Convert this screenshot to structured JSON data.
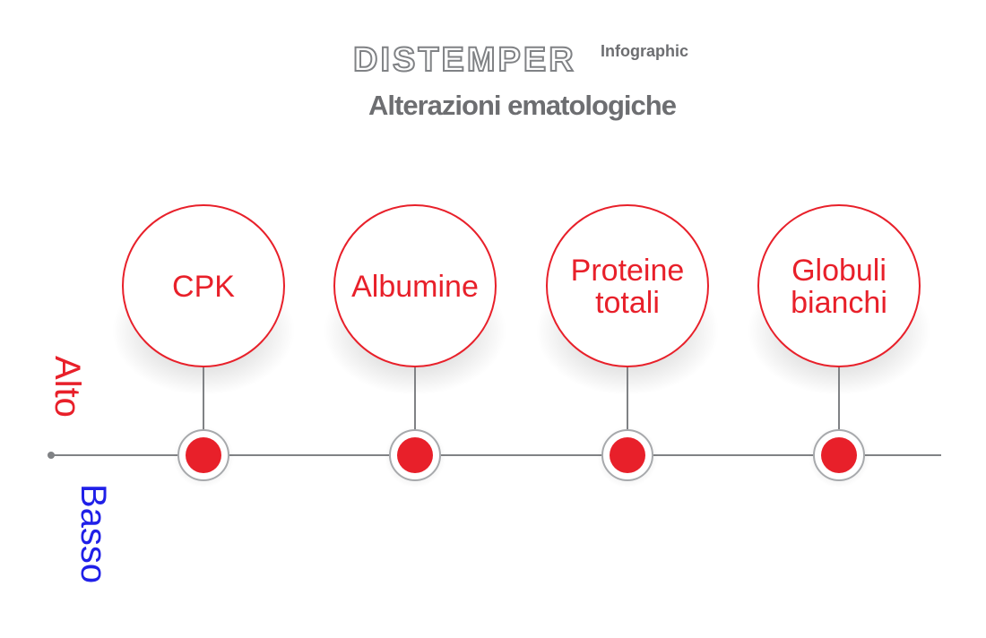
{
  "header": {
    "brand": "DISTEMPER",
    "tagline": "Infographic",
    "subtitle": "Alterazioni ematologiche"
  },
  "axis": {
    "high_label": "Alto",
    "low_label": "Basso"
  },
  "nodes": [
    {
      "lines": [
        "CPK"
      ]
    },
    {
      "lines": [
        "Albumine"
      ]
    },
    {
      "lines": [
        "Proteine",
        "totali"
      ]
    },
    {
      "lines": [
        "Globuli",
        "bianchi"
      ]
    }
  ],
  "colors": {
    "accent_red": "#e8202a",
    "low_blue": "#2020e8",
    "line_gray": "#808285",
    "title_gray": "#6d6e71"
  }
}
